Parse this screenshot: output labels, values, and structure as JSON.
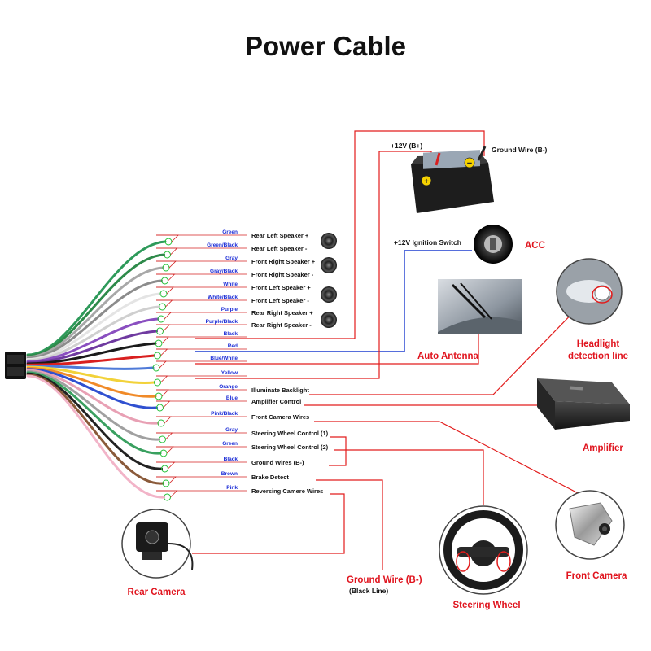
{
  "title": "Power Cable",
  "colors": {
    "label_blue": "#1a2bd6",
    "line_red": "#e21c1c",
    "line_blue": "#1f3fd0",
    "device_red": "#e0141e"
  },
  "wires": [
    {
      "color_name": "Green",
      "function": "Rear Left Speaker +",
      "hex": "#2e9a5a"
    },
    {
      "color_name": "Green/Black",
      "function": "Rear Left Speaker -",
      "hex": "#2e8a4a"
    },
    {
      "color_name": "Gray",
      "function": "Front Right Speaker +",
      "hex": "#a8a8a8"
    },
    {
      "color_name": "Gray/Black",
      "function": "Front Right Speaker -",
      "hex": "#8c8c8c"
    },
    {
      "color_name": "White",
      "function": "Front Left Speaker +",
      "hex": "#e4e4e4"
    },
    {
      "color_name": "White/Black",
      "function": "Front Left Speaker -",
      "hex": "#cfcfcf"
    },
    {
      "color_name": "Purple",
      "function": "Rear Right Speaker +",
      "hex": "#8a4fc0"
    },
    {
      "color_name": "Purple/Black",
      "function": "Rear Right Speaker -",
      "hex": "#6f3aa0"
    },
    {
      "color_name": "Black",
      "function": "",
      "hex": "#1b1b1b"
    },
    {
      "color_name": "Red",
      "function": "",
      "hex": "#d92020"
    },
    {
      "color_name": "Blue/White",
      "function": "",
      "hex": "#4f7ad8"
    },
    {
      "color_name": "Yellow",
      "function": "",
      "hex": "#f2d23a"
    },
    {
      "color_name": "Orange",
      "function": "Illuminate Backlight",
      "hex": "#f08a28"
    },
    {
      "color_name": "Blue",
      "function": "Amplifier Control",
      "hex": "#3050d0"
    },
    {
      "color_name": "Pink/Black",
      "function": "Front Camera Wires",
      "hex": "#e8a0b4"
    },
    {
      "color_name": "Gray",
      "function": "Steering Wheel Control (1)",
      "hex": "#a0a0a0"
    },
    {
      "color_name": "Green",
      "function": "Steering Wheel Control (2)",
      "hex": "#3aa060"
    },
    {
      "color_name": "Black",
      "function": "Ground Wires (B-)",
      "hex": "#222222"
    },
    {
      "color_name": "Brown",
      "function": "Brake Detect",
      "hex": "#8a5a3a"
    },
    {
      "color_name": "Pink",
      "function": "Reversing Camere Wires",
      "hex": "#f2b4c8"
    }
  ],
  "devices": {
    "battery_pos": "+12V  (B+)",
    "battery_neg": "Ground Wire (B-)",
    "ignition": "+12V  Ignition Switch",
    "acc": "ACC",
    "antenna": "Auto Antenna",
    "headlight_1": "Headlight",
    "headlight_2": "detection line",
    "amplifier": "Amplifier",
    "front_camera": "Front Camera",
    "rear_camera": "Rear Camera",
    "steering": "Steering Wheel",
    "ground_red": "Ground Wire (B-)",
    "ground_black": "(Black Line)"
  }
}
